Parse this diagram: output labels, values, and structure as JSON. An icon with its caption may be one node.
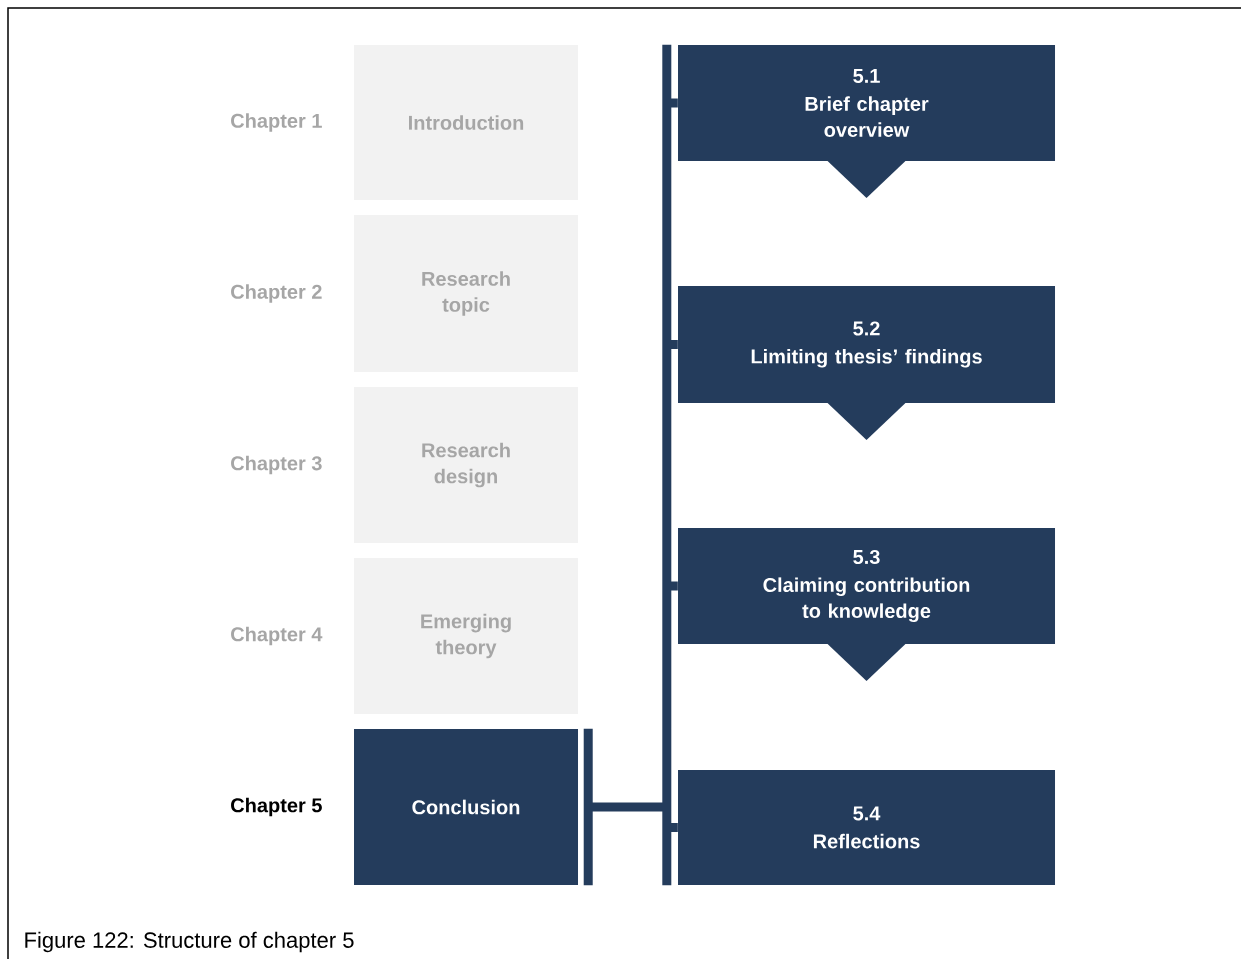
{
  "diagram": {
    "caption": "Figure 122: Structure of chapter 5",
    "nodes": [
      {
        "text": [
          "Introduction"
        ],
        "beside": [
          "Chapter 1"
        ]
      },
      {
        "text": [
          "Research topic"
        ],
        "beside": [
          "Chapter 2"
        ]
      },
      {
        "text": [
          "Research design"
        ],
        "beside": [
          "Chapter 3"
        ]
      },
      {
        "text": [
          "Emerging theory"
        ],
        "beside": [
          "Chapter 4"
        ]
      },
      {
        "text": [
          "Conclusion"
        ],
        "beside": [
          "Chapter 5"
        ]
      },
      {
        "text": [
          "5.1",
          "Brief chapter overview"
        ]
      },
      {
        "text": [
          "5.2",
          "Limiting thesis’ findings"
        ]
      },
      {
        "text": [
          "5.3",
          "Claiming contribution to knowledge"
        ]
      },
      {
        "text": [
          "5.4",
          "Reflections"
        ]
      }
    ],
    "edges": [
      {
        "from": 4,
        "to": 5,
        "arrow": "none"
      },
      {
        "from": 4,
        "to": 6,
        "arrow": "none"
      },
      {
        "from": 4,
        "to": 7,
        "arrow": "none"
      },
      {
        "from": 4,
        "to": 8,
        "arrow": "none"
      }
    ]
  }
}
